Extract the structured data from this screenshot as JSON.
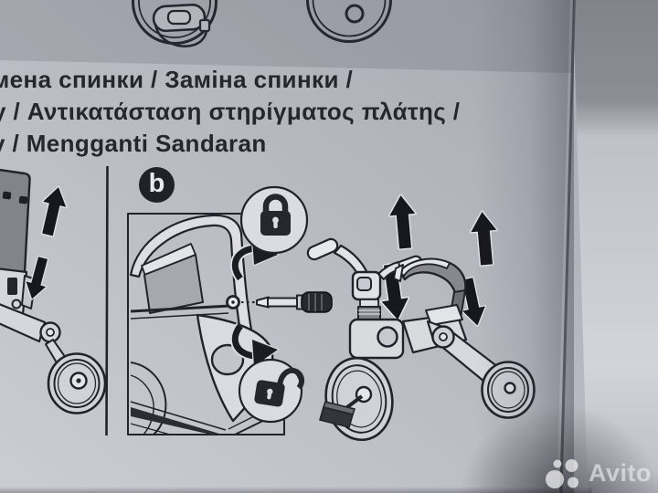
{
  "heading": {
    "line1": "мена спинки / Заміна спинки /",
    "line2": "y / Αντικατάσταση στηρίγματος πλάτης /",
    "line3": "v / Mengganti Sandaran"
  },
  "step_label": "b",
  "watermark": {
    "text": "Avito"
  },
  "icons": {
    "lock_closed": "padlock-locked-icon",
    "lock_open": "padlock-unlocked-icon",
    "screwdriver": "screwdriver-icon",
    "rotation_arrows": "rotation-arrow-icon",
    "direction_arrows": "direction-arrow-icon",
    "avito_logo": "avito-logo-icon"
  },
  "colors": {
    "paper": "#bcbec6",
    "ink": "#22232a",
    "part_gray": "#87888f",
    "page_edge_shadow": "#55565c",
    "watermark": "#e6e7ec"
  }
}
